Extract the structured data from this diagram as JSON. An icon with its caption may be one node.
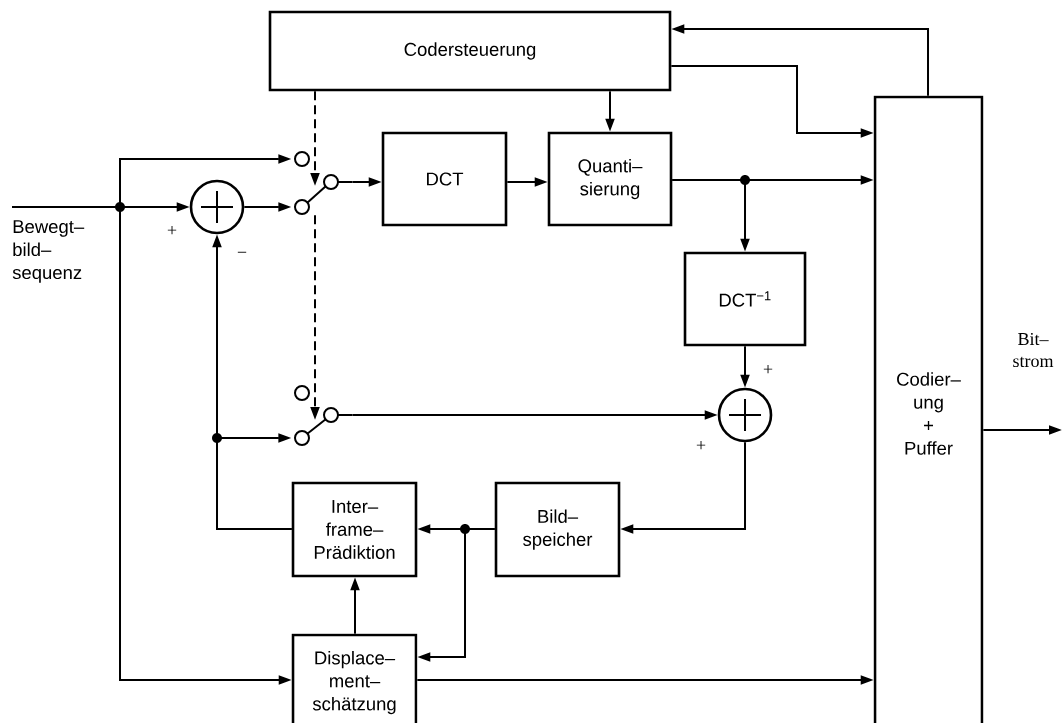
{
  "diagram": {
    "nodes": [
      {
        "text": [
          "Codersteuerung"
        ]
      },
      {
        "text": [
          "DCT"
        ]
      },
      {
        "text": [
          "Quanti– sierung"
        ]
      },
      {
        "text": [
          "DCT$^{−1}$"
        ]
      },
      {
        "text": [
          "Codier– ung",
          "+",
          "Puffer"
        ]
      },
      {
        "text": [
          "Inter– frame– Prädiktion"
        ]
      },
      {
        "text": [
          "Bild– speicher"
        ]
      },
      {
        "text": [
          "Displace– ment– schätzung"
        ]
      },
      {
        "text": [],
        "shape": "circle",
        "beside": [
          "+",
          "−"
        ]
      },
      {
        "text": [],
        "shape": "circle",
        "beside": [
          "+",
          "+"
        ]
      },
      {
        "text": [],
        "shape": "switch"
      },
      {
        "text": [],
        "shape": "switch"
      }
    ],
    "edges": [
      {
        "from": null,
        "to": 8,
        "arrow": "to"
      },
      {
        "from": null,
        "to": 10,
        "arrow": "to"
      },
      {
        "from": null,
        "to": 7,
        "arrow": "to"
      },
      {
        "from": 8,
        "to": 10,
        "arrow": "to"
      },
      {
        "from": 10,
        "to": 1,
        "arrow": "to"
      },
      {
        "from": 1,
        "to": 2,
        "arrow": "to"
      },
      {
        "from": 2,
        "to": 4,
        "arrow": "to"
      },
      {
        "from": 2,
        "to": 3,
        "arrow": "to"
      },
      {
        "from": 0,
        "to": 2,
        "arrow": "to"
      },
      {
        "from": 0,
        "to": 4,
        "arrow": "to"
      },
      {
        "from": 4,
        "to": 0,
        "arrow": "to"
      },
      {
        "from": 0,
        "to": 10,
        "arrow": "to",
        "style": "dashed"
      },
      {
        "from": 10,
        "to": 11,
        "arrow": "to",
        "style": "dashed"
      },
      {
        "from": 3,
        "to": 9,
        "arrow": "to"
      },
      {
        "from": 11,
        "to": 9,
        "arrow": "to"
      },
      {
        "from": 5,
        "to": 8,
        "arrow": "to"
      },
      {
        "from": 5,
        "to": 11,
        "arrow": "to"
      },
      {
        "from": 9,
        "to": 6,
        "arrow": "to"
      },
      {
        "from": 6,
        "to": 5,
        "arrow": "to"
      },
      {
        "from": 6,
        "to": 7,
        "arrow": "to"
      },
      {
        "from": 7,
        "to": 5,
        "arrow": "to"
      },
      {
        "from": 7,
        "to": 4,
        "arrow": "to"
      },
      {
        "from": 4,
        "to": null,
        "arrow": "to"
      }
    ],
    "labels": [
      "Bewegt– bild– sequenz",
      "Bit– strom"
    ]
  }
}
